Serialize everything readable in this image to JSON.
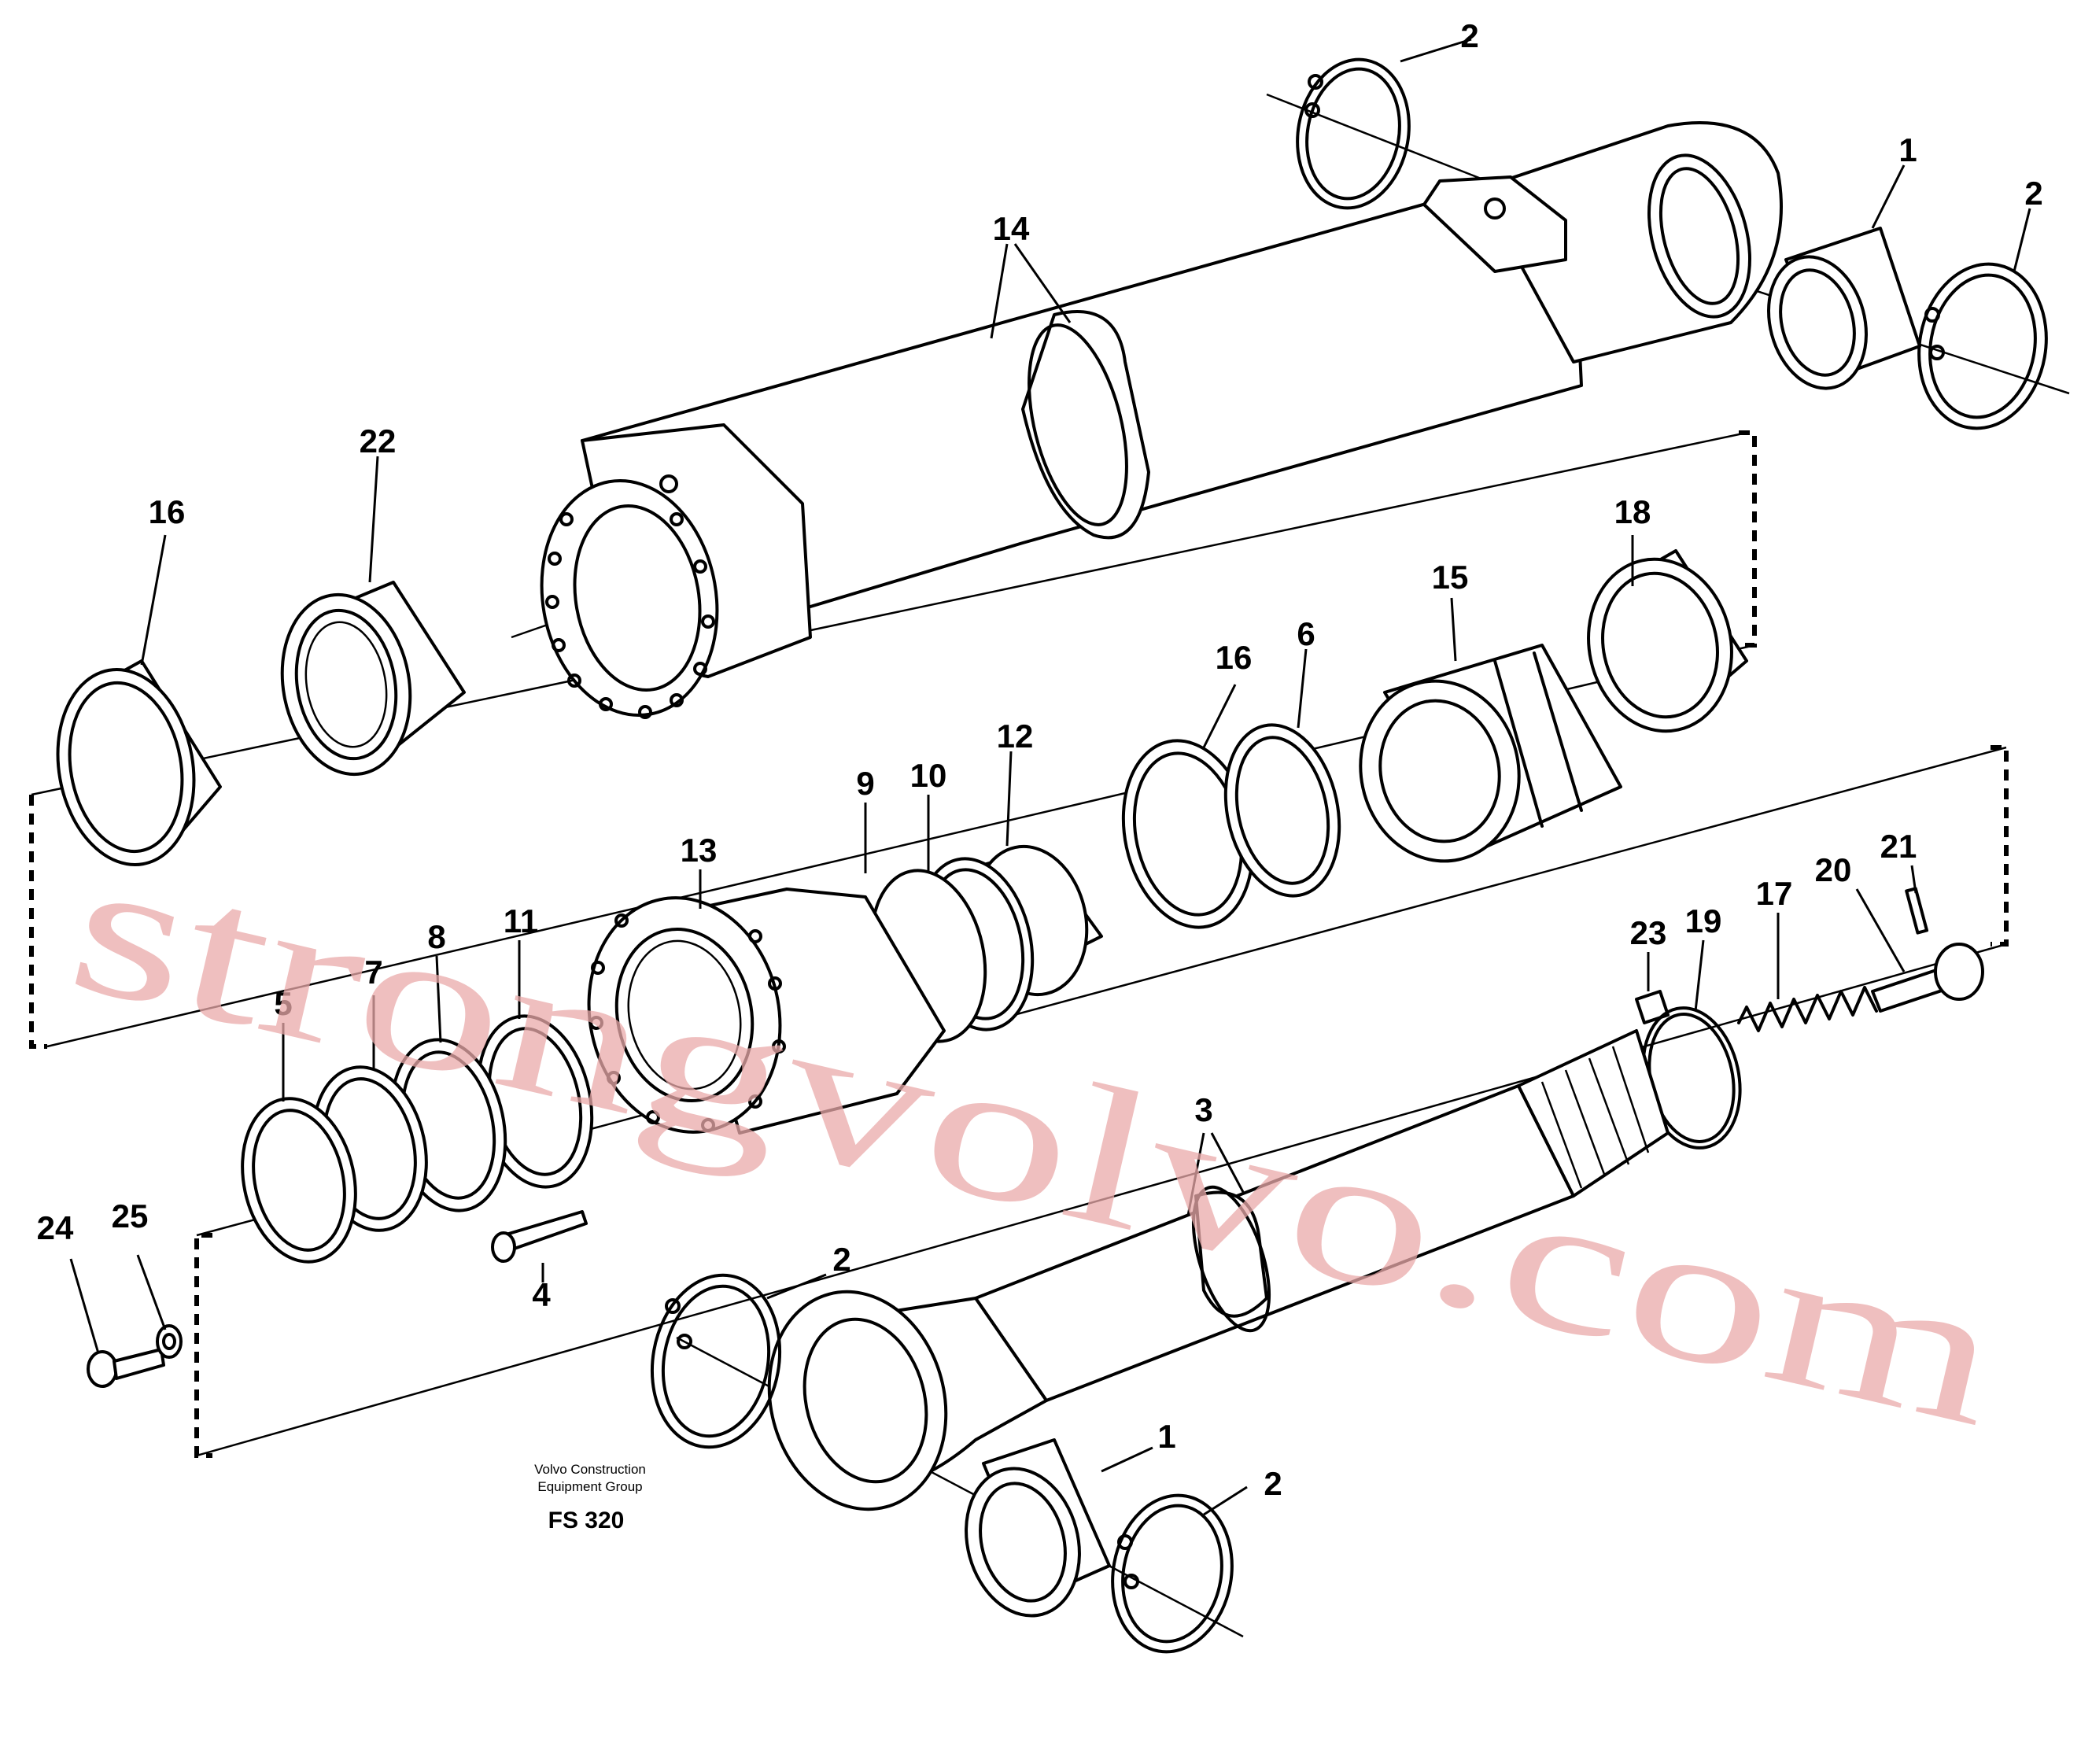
{
  "caption": {
    "line1": "Volvo Construction",
    "line2": "Equipment Group",
    "code": "FS 320"
  },
  "watermark": "strongvolvo.com",
  "callouts": [
    "2",
    "1",
    "2",
    "14",
    "22",
    "16",
    "18",
    "15",
    "16",
    "6",
    "12",
    "10",
    "9",
    "13",
    "11",
    "8",
    "7",
    "5",
    "21",
    "20",
    "17",
    "19",
    "23",
    "3",
    "4",
    "24",
    "25",
    "2",
    "1",
    "2"
  ]
}
